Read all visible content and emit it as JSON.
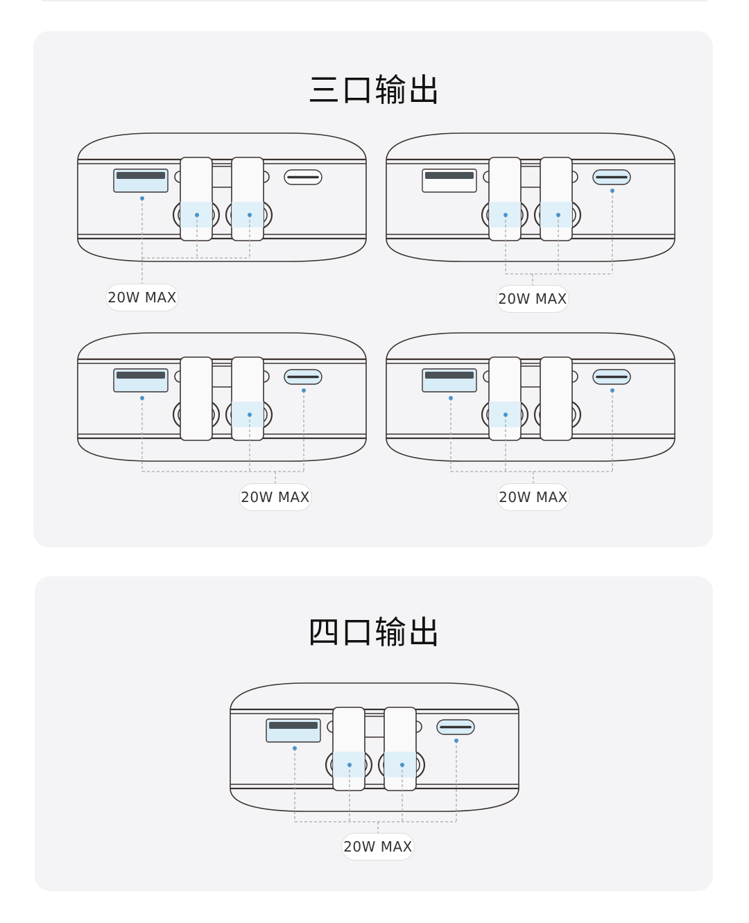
{
  "sections": [
    {
      "title": "三口输出",
      "diagrams": [
        {
          "label": "20W MAX",
          "active_ports": [
            "usb-a",
            "ac-left",
            "ac-right"
          ]
        },
        {
          "label": "20W MAX",
          "active_ports": [
            "ac-left",
            "ac-right",
            "usb-c"
          ]
        },
        {
          "label": "20W MAX",
          "active_ports": [
            "usb-a",
            "ac-right",
            "usb-c"
          ]
        },
        {
          "label": "20W MAX",
          "active_ports": [
            "usb-a",
            "ac-left",
            "usb-c"
          ]
        }
      ]
    },
    {
      "title": "四口输出",
      "diagrams": [
        {
          "label": "20W MAX",
          "active_ports": [
            "usb-a",
            "ac-left",
            "ac-right",
            "usb-c"
          ]
        }
      ]
    }
  ],
  "colors": {
    "outline": "#3b3230",
    "dot": "#4b93c9",
    "highlight": "#d9edf8",
    "card": "#f4f4f6"
  }
}
